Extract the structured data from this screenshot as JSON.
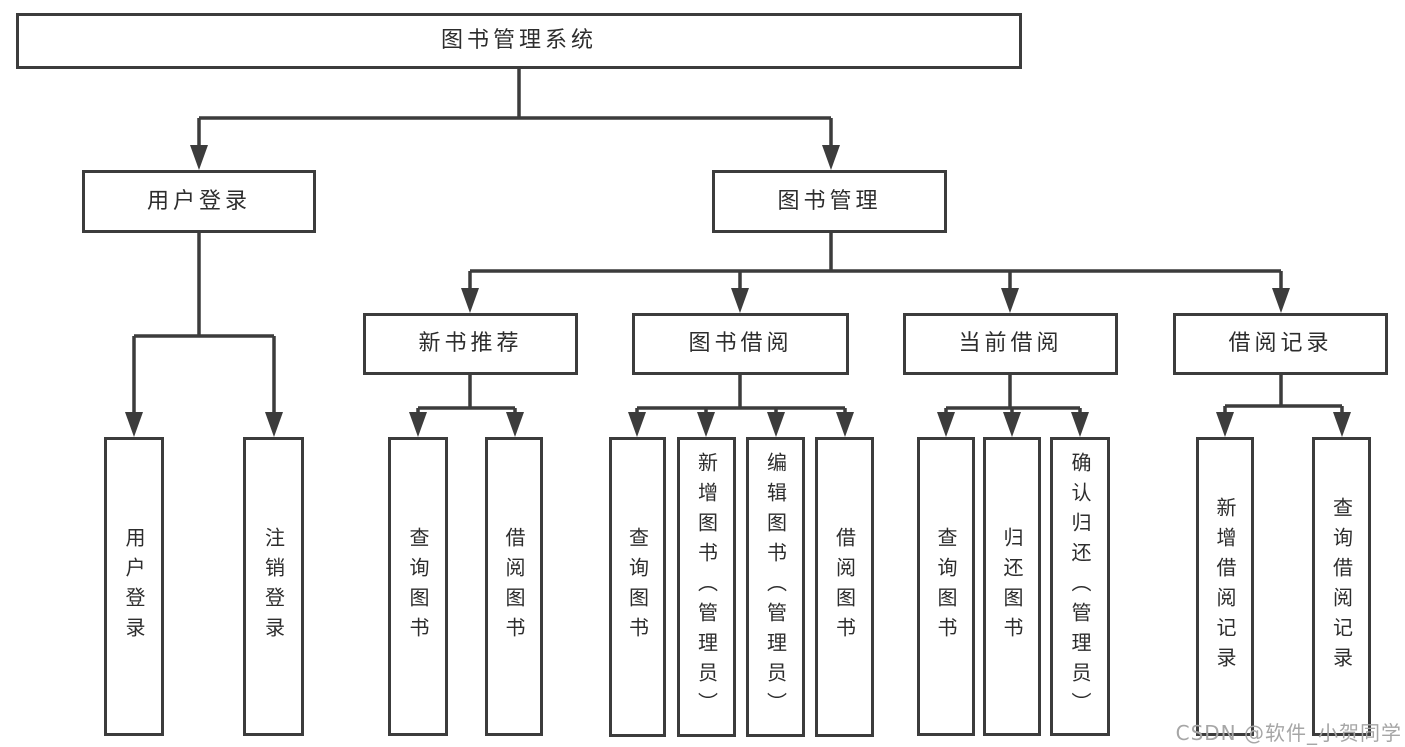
{
  "diagram_title": "图书管理系统",
  "nodes": {
    "root": {
      "label": "图书管理系统",
      "children": [
        {
          "label": "用户登录",
          "children": [
            {
              "label": "用户登录"
            },
            {
              "label": "注销登录"
            }
          ]
        },
        {
          "label": "图书管理",
          "children": [
            {
              "label": "新书推荐",
              "children": [
                {
                  "label": "查询图书"
                },
                {
                  "label": "借阅图书"
                }
              ]
            },
            {
              "label": "图书借阅",
              "children": [
                {
                  "label": "查询图书"
                },
                {
                  "label": "新增图书（管理员）"
                },
                {
                  "label": "编辑图书（管理员）"
                },
                {
                  "label": "借阅图书"
                }
              ]
            },
            {
              "label": "当前借阅",
              "children": [
                {
                  "label": "查询图书"
                },
                {
                  "label": "归还图书"
                },
                {
                  "label": "确认归还（管理员）"
                }
              ]
            },
            {
              "label": "借阅记录",
              "children": [
                {
                  "label": "新增借阅记录"
                },
                {
                  "label": "查询借阅记录"
                }
              ]
            }
          ]
        }
      ]
    }
  },
  "watermark": "CSDN @软件_小贺同学",
  "colors": {
    "line": "#3c3c3c",
    "text": "#2d2d2d",
    "watermark": "#a6a6a6",
    "background": "#ffffff"
  }
}
